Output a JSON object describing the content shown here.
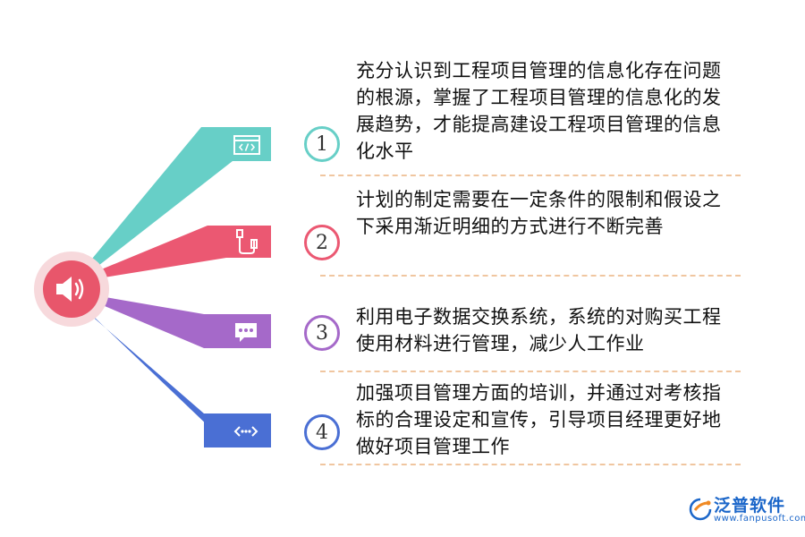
{
  "items": [
    {
      "number": "1",
      "icon": "code-window-icon",
      "color": "#67cfc7",
      "text": "充分认识到工程项目管理的信息化存在问题的根源，掌握了工程项目管理的信息化的发展趋势，才能提高建设工程项目管理的信息化水平"
    },
    {
      "number": "2",
      "icon": "usb-cable-icon",
      "color": "#eb5872",
      "text": "计划的制定需要在一定条件的限制和假设之下采用渐近明细的方式进行不断完善"
    },
    {
      "number": "3",
      "icon": "chat-bubble-icon",
      "color": "#a569c9",
      "text": "利用电子数据交换系统，系统的对购买工程使用材料进行管理，减少人工作业"
    },
    {
      "number": "4",
      "icon": "code-arrows-icon",
      "color": "#4a6fd4",
      "text": "加强项目管理方面的培训，并通过对考核指标的合理设定和宣传，引导项目经理更好地做好项目管理工作"
    }
  ],
  "hub": {
    "icon": "speaker-icon",
    "color": "#e8566b"
  },
  "brand": {
    "name": "泛普软件",
    "url": "www.fanpusoft.com"
  }
}
